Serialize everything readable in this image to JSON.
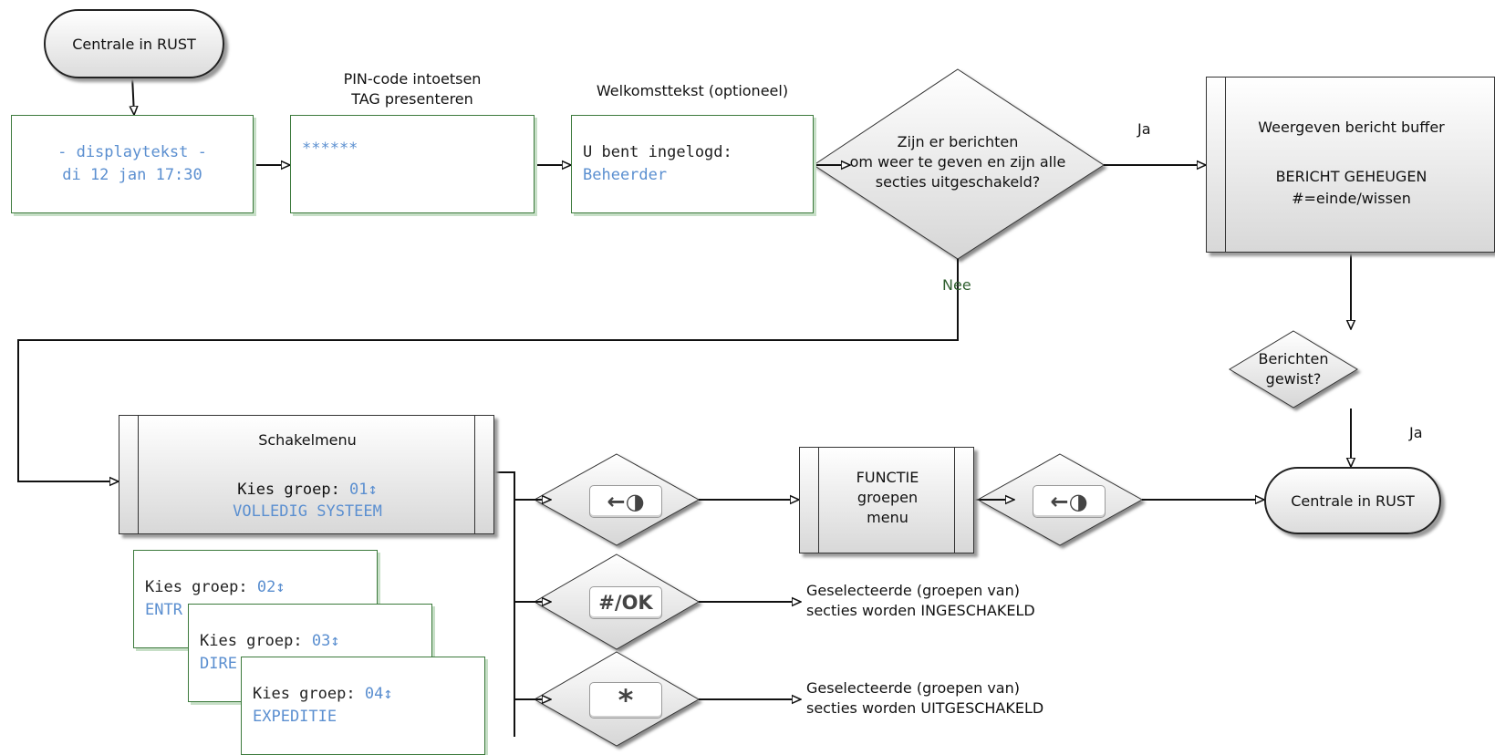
{
  "start_terminal": "Centrale in RUST",
  "end_terminal": "Centrale in RUST",
  "display_idle": {
    "line1": "- displaytekst -",
    "line2": "di 12 jan  17:30"
  },
  "pin_step": {
    "label_line1": "PIN-code intoetsen",
    "label_line2": "TAG presenteren",
    "masked": "******"
  },
  "welcome_step": {
    "label": "Welkomsttekst (optioneel)",
    "line1": "U bent ingelogd:",
    "line2": "Beheerder"
  },
  "decision_messages": {
    "line1": "Zijn er berichten",
    "line2": "om weer te geven en zijn alle",
    "line3": "secties uitgeschakeld?",
    "yes": "Ja",
    "no": "Nee"
  },
  "message_buffer": {
    "title": "Weergeven bericht buffer",
    "line1": "BERICHT GEHEUGEN",
    "line2": "#=einde/wissen"
  },
  "decision_cleared": {
    "line1": "Berichten",
    "line2": "gewist?",
    "yes": "Ja"
  },
  "switch_menu": {
    "title": "Schakelmenu",
    "line1_prefix": "Kies groep: ",
    "line1_value": "01↕",
    "line2": "VOLLEDIG SYSTEEM"
  },
  "group_screens": [
    {
      "prefix": "Kies groep: ",
      "value": "02↕",
      "name": "ENTR"
    },
    {
      "prefix": "Kies groep: ",
      "value": "03↕",
      "name": "DIRE"
    },
    {
      "prefix": "Kies groep: ",
      "value": "04↕",
      "name": "EXPEDITIE"
    }
  ],
  "function_menu": {
    "line1": "FUNCTIE",
    "line2": "groepen",
    "line3": "menu"
  },
  "keys": {
    "back_symbol": "←◑",
    "confirm_symbol": "#/OK",
    "star_symbol": "*"
  },
  "result_armed": {
    "line1": "Geselecteerde (groepen van)",
    "line2": "secties worden INGESCHAKELD"
  },
  "result_disarmed": {
    "line1": "Geselecteerde (groepen van)",
    "line2": "secties worden UITGESCHAKELD"
  },
  "colors": {
    "lcd_text": "#5b8fd0",
    "lcd_border": "#3c7a3c",
    "no_label": "#2f5f2f"
  }
}
